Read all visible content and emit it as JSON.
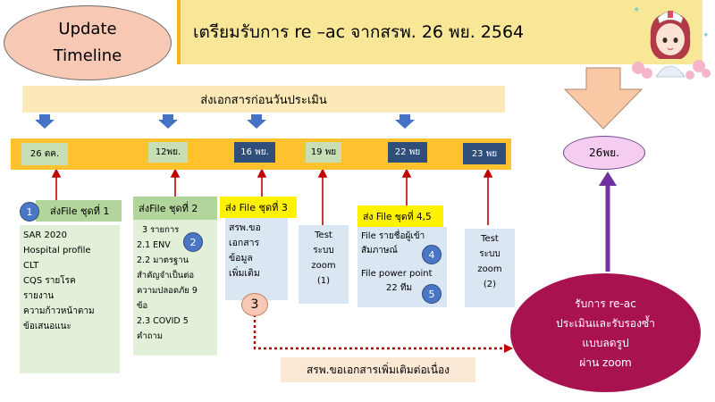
{
  "header": {
    "update_line1": "Update",
    "update_line2": "Timeline",
    "title": "เตรียมรับการ re –ac จากสรพ. 26 พย. 2564"
  },
  "banner": "ส่งเอกสารก่อนวันประเมิน",
  "dates": [
    "26 ตค.",
    "12พย.",
    "16 พย.",
    "19 พย",
    "22 พย",
    "23 พย"
  ],
  "final_date": "26พย.",
  "steps": {
    "s1": {
      "num": "1",
      "label": "ส่งFile ชุดที่ 1",
      "items": [
        "SAR 2020",
        "Hospital profile",
        "CLT",
        "CQS รายโรค",
        "รายงาน",
        "ความก้าวหน้าตาม",
        "ข้อเสนอแนะ"
      ]
    },
    "s2": {
      "num": "2",
      "label": "ส่งFile ชุดที่ 2",
      "items": [
        "3 รายการ",
        "2.1 ENV",
        "2.2 มาตรฐาน",
        "สำคัญจำเป็นต่อ",
        "ความปลอดภัย 9",
        "ข้อ",
        "2.3 COVID  5",
        "คำถาม"
      ]
    },
    "s3": {
      "num": "3",
      "label": "ส่ง File ชุดที่ 3",
      "items": [
        "สรพ.ขอ",
        "เอกสาร",
        "ข้อมูล",
        "เพิ่มเติม"
      ]
    },
    "t19": {
      "items": [
        "Test",
        "ระบบ",
        "zoom",
        "(1)"
      ]
    },
    "s45": {
      "label": "ส่ง File ชุดที่ 4,5",
      "item4_line1": "File รายชื่อผู้เข้า",
      "item4_line2": "สัมภาษณ์",
      "num4": "4",
      "item5_line1": "File power point",
      "item5_line2": "22 ทีม",
      "num5": "5"
    },
    "t23": {
      "items": [
        "Test",
        "ระบบ",
        "zoom",
        "(2)"
      ]
    }
  },
  "final": {
    "lines": [
      "รับการ re-ac",
      "ประเมินและรับรองซ้ำ",
      "แบบลดรูป",
      "ผ่าน zoom"
    ]
  },
  "note": "สรพ.ขอเอกสารเพิ่มเติมต่อเนื่อง",
  "colors": {
    "timeline": "#fdc22e",
    "blue_date": "#2f4e7a",
    "green_date": "#c8dfb6",
    "arrow_blue": "#4472c4",
    "arrow_red": "#c00000",
    "arrow_purple": "#7030a0",
    "final_oval": "#a8134f",
    "title_bg": "#f8e796"
  }
}
